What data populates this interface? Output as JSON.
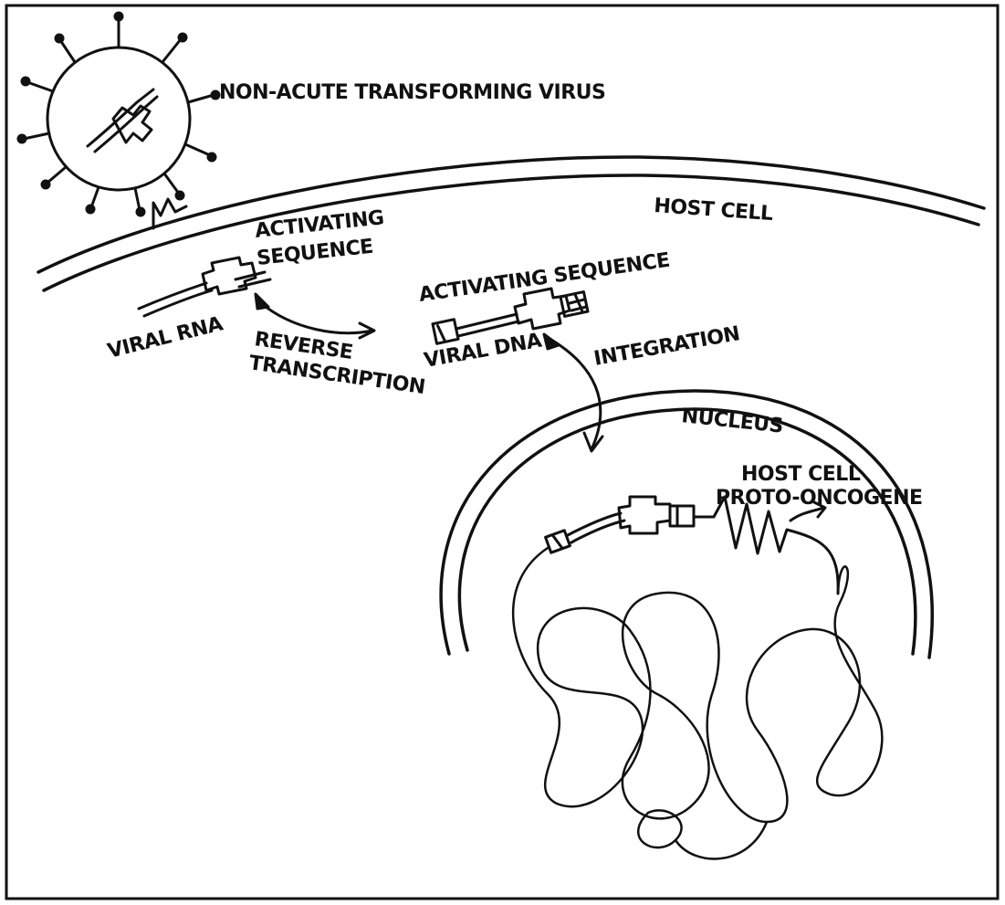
{
  "labels": {
    "virus": "NON-ACUTE TRANSFORMING VIRUS",
    "host_cell": "HOST CELL",
    "activating_sequence_1": "ACTIVATING",
    "activating_sequence_2": "SEQUENCE",
    "activating_sequence_full": "ACTIVATING SEQUENCE",
    "viral_rna": "VIRAL RNA",
    "reverse": "REVERSE",
    "transcription": "TRANSCRIPTION",
    "viral_dna": "VIRAL DNA",
    "integration": "INTEGRATION",
    "nucleus": "NUCLEUS",
    "proto_1": "HOST CELL",
    "proto_2": "PROTO-ONCOGENE"
  },
  "colors": {
    "ink": "#111111",
    "background": "#ffffff"
  }
}
